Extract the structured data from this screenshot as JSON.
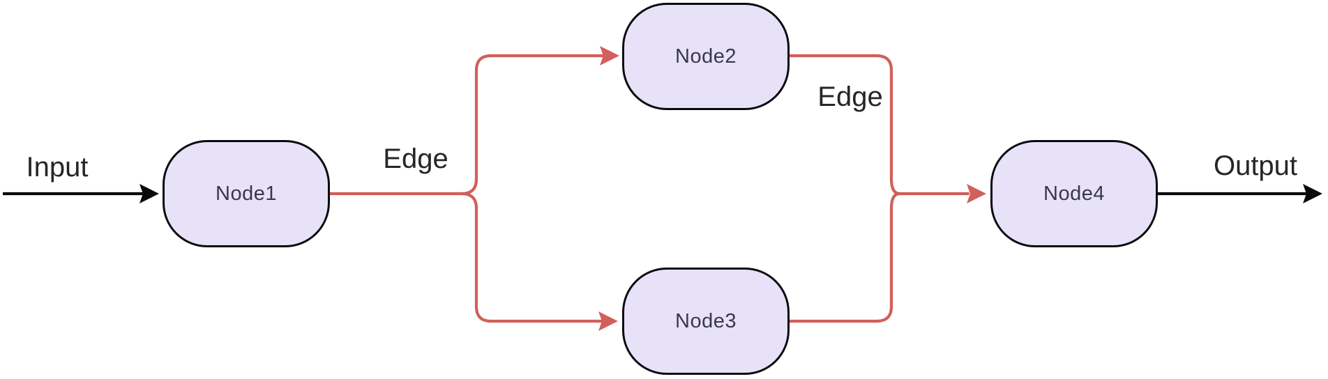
{
  "diagram": {
    "nodes": [
      {
        "id": "node1",
        "label": "Node1"
      },
      {
        "id": "node2",
        "label": "Node2"
      },
      {
        "id": "node3",
        "label": "Node3"
      },
      {
        "id": "node4",
        "label": "Node4"
      }
    ],
    "edge_labels": {
      "input": "Input",
      "fork_edge": "Edge",
      "merge_edge": "Edge",
      "output": "Output"
    },
    "connections": [
      "Input -> Node1",
      "Node1 -> Node2 (Edge)",
      "Node1 -> Node3",
      "Node2 -> Node4 (Edge)",
      "Node3 -> Node4",
      "Node4 -> Output"
    ]
  },
  "colors": {
    "node-fill": "#e8e2f8",
    "node-border": "#0a0a0f",
    "node-text": "#3a3650",
    "edge-red": "#d15f5c",
    "arrow-black": "#0a0a0a",
    "label-text": "#262626",
    "background": "#ffffff"
  }
}
